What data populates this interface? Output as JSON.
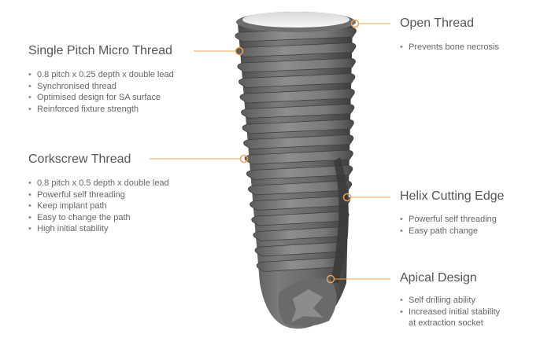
{
  "features": [
    {
      "id": "single-pitch",
      "title": "Single Pitch Micro Thread",
      "bullets": [
        "0.8 pitch x 0.25 depth x double lead",
        "Synchronised thread",
        "Optimised design for SA surface",
        "Reinforced fixture strength"
      ]
    },
    {
      "id": "corkscrew",
      "title": "Corkscrew Thread",
      "bullets": [
        "0.8 pitch x 0.5 depth x double lead",
        "Powerful self threading",
        "Keep implant path",
        "Easy to change the path",
        "High initial stability"
      ]
    },
    {
      "id": "open-thread",
      "title": "Open Thread",
      "bullets": [
        "Prevents bone necrosis"
      ]
    },
    {
      "id": "helix",
      "title": "Helix Cutting Edge",
      "bullets": [
        "Powerful self threading",
        "Easy path change"
      ]
    },
    {
      "id": "apical",
      "title": "Apical Design",
      "bullets": [
        "Self drilling ability",
        "Increased initial stability",
        "at extraction socket"
      ]
    }
  ],
  "colors": {
    "accent": "#f0a050",
    "text": "#555555",
    "implant_dark": "#4a4a4a",
    "implant_mid": "#707070",
    "implant_light": "#8e8e8e"
  }
}
